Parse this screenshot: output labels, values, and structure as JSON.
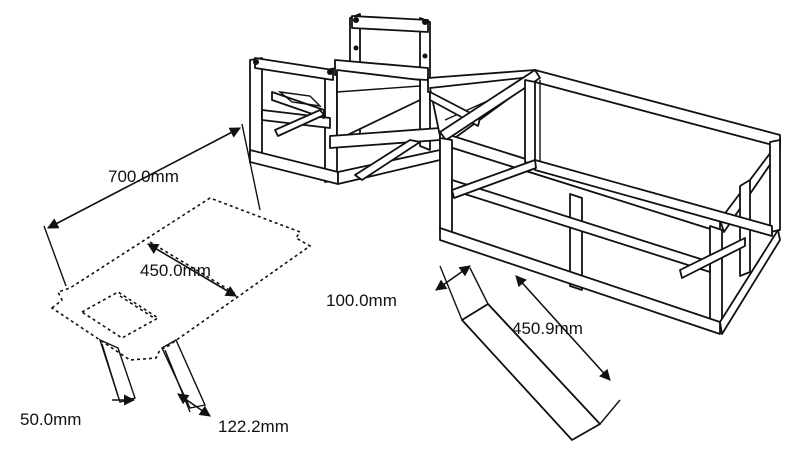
{
  "dimensions": {
    "sheet_length": "700.0mm",
    "sheet_width": "450.0mm",
    "tab_depth": "50.0mm",
    "tab_width": "122.2mm",
    "board_width": "100.0mm",
    "board_length": "450.9mm"
  },
  "colors": {
    "ink": "#111111",
    "paper": "#ffffff"
  }
}
